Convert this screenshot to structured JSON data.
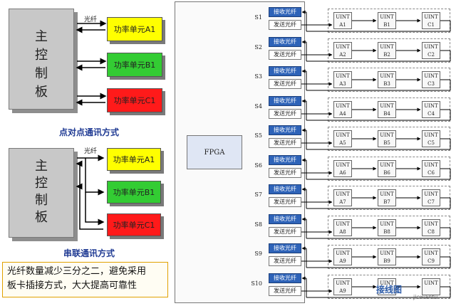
{
  "left_top": {
    "controller": [
      "主",
      "控",
      "制",
      "板"
    ],
    "fiber_label": "光纤",
    "units": [
      {
        "label": "功率单元A1",
        "color": "#ffff00"
      },
      {
        "label": "功率单元B1",
        "color": "#33cc33"
      },
      {
        "label": "功率单元C1",
        "color": "#ff1a1a"
      }
    ],
    "caption": "点对点通讯方式"
  },
  "left_bottom": {
    "controller": [
      "主",
      "控",
      "制",
      "板"
    ],
    "fiber_label": "光纤",
    "units": [
      {
        "label": "功率单元A1",
        "color": "#ffff00"
      },
      {
        "label": "功率单元B1",
        "color": "#33cc33"
      },
      {
        "label": "功率单元C1",
        "color": "#ff1a1a"
      }
    ],
    "caption": "串联通讯方式"
  },
  "note": {
    "line1": "光纤数量减少三分之二，避免采用",
    "line2": "板卡插接方式，大大提高可靠性"
  },
  "fpga": {
    "label": "FPGA",
    "rx_label": "接收光纤",
    "tx_label": "发送光纤"
  },
  "slots": [
    "S1",
    "S2",
    "S3",
    "S4",
    "S5",
    "S6",
    "S7",
    "S8",
    "S9",
    "S10"
  ],
  "unit_groups": [
    {
      "top": [
        [
          "UINT",
          "A1"
        ],
        [
          "UINT",
          "B1"
        ],
        [
          "UINT",
          "C1"
        ]
      ],
      "bottom": [
        [
          "UINT",
          "A2"
        ],
        [
          "UINT",
          "B2"
        ],
        [
          "UINT",
          "C2"
        ]
      ]
    },
    {
      "top": [
        [
          "UINT",
          "A3"
        ],
        [
          "UINT",
          "B3"
        ],
        [
          "UINT",
          "C3"
        ]
      ],
      "bottom": [
        [
          "UINT",
          "A4"
        ],
        [
          "UINT",
          "B4"
        ],
        [
          "UINT",
          "C4"
        ]
      ]
    },
    {
      "top": [
        [
          "UINT",
          "A5"
        ],
        [
          "UINT",
          "B5"
        ],
        [
          "UINT",
          "C5"
        ]
      ],
      "bottom": [
        [
          "UINT",
          "A6"
        ],
        [
          "UINT",
          "B6"
        ],
        [
          "UINT",
          "C6"
        ]
      ]
    },
    {
      "top": [
        [
          "UINT",
          "A7"
        ],
        [
          "UINT",
          "B7"
        ],
        [
          "UINT",
          "C7"
        ]
      ],
      "bottom": [
        [
          "UINT",
          "A8"
        ],
        [
          "UINT",
          "B8"
        ],
        [
          "UINT",
          "C8"
        ]
      ]
    },
    {
      "top": [
        [
          "UINT",
          "A9"
        ],
        [
          "UINT",
          "B9"
        ],
        [
          "UINT",
          "C9"
        ]
      ],
      "bottom": [
        [
          "UINT",
          "A9"
        ],
        [
          "UINT",
          "",
          ""
        ],
        [
          "UINT",
          "",
          ""
        ]
      ]
    }
  ],
  "watermark": {
    "main": "接线图",
    "sub": "jiexiantu"
  }
}
